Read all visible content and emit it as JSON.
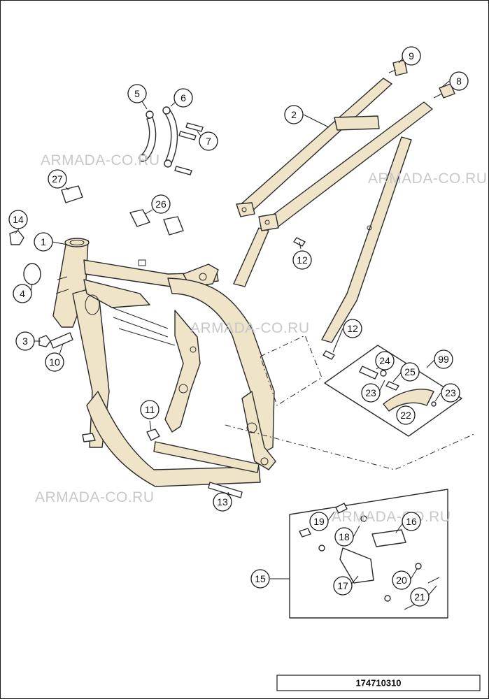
{
  "watermark": "ARMADA-CO.RU",
  "reference_number": "174710310",
  "callouts": [
    "1",
    "2",
    "3",
    "4",
    "5",
    "6",
    "7",
    "8",
    "9",
    "10",
    "11",
    "12",
    "12",
    "13",
    "14",
    "15",
    "16",
    "17",
    "18",
    "19",
    "20",
    "21",
    "22",
    "23",
    "23",
    "24",
    "25",
    "26",
    "27",
    "99"
  ],
  "colors": {
    "frame_fill": "#efe3c8",
    "line": "#2a2a2a",
    "watermark": "#c8c8c8"
  }
}
